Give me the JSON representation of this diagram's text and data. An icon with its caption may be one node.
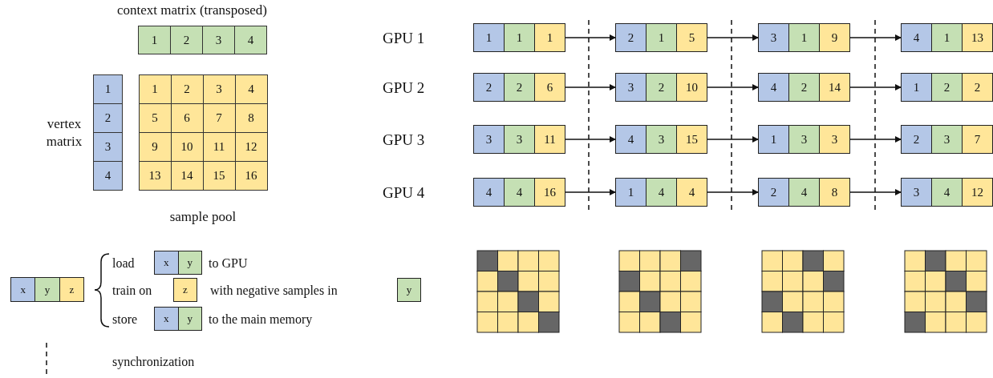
{
  "diagram": {
    "nodes": [
      {
        "text": [
          "context matrix (transposed)"
        ]
      },
      {
        "text": [
          "1"
        ],
        "in": 0
      },
      {
        "text": [
          "2"
        ],
        "in": 0
      },
      {
        "text": [
          "3"
        ],
        "in": 0
      },
      {
        "text": [
          "4"
        ],
        "in": 0
      },
      {
        "text": [
          "vertex matrix"
        ]
      },
      {
        "text": [
          "1"
        ],
        "in": 5
      },
      {
        "text": [
          "2"
        ],
        "in": 5
      },
      {
        "text": [
          "3"
        ],
        "in": 5
      },
      {
        "text": [
          "4"
        ],
        "in": 5
      },
      {
        "text": [
          "sample pool"
        ]
      },
      {
        "text": [
          "1"
        ],
        "in": 10
      },
      {
        "text": [
          "2"
        ],
        "in": 10
      },
      {
        "text": [
          "3"
        ],
        "in": 10
      },
      {
        "text": [
          "4"
        ],
        "in": 10
      },
      {
        "text": [
          "5"
        ],
        "in": 10
      },
      {
        "text": [
          "6"
        ],
        "in": 10
      },
      {
        "text": [
          "7"
        ],
        "in": 10
      },
      {
        "text": [
          "8"
        ],
        "in": 10
      },
      {
        "text": [
          "9"
        ],
        "in": 10
      },
      {
        "text": [
          "10"
        ],
        "in": 10
      },
      {
        "text": [
          "11"
        ],
        "in": 10
      },
      {
        "text": [
          "12"
        ],
        "in": 10
      },
      {
        "text": [
          "13"
        ],
        "in": 10
      },
      {
        "text": [
          "14"
        ],
        "in": 10
      },
      {
        "text": [
          "15"
        ],
        "in": 10
      },
      {
        "text": [
          "16"
        ],
        "in": 10
      },
      {
        "text": [
          "1",
          "1",
          "1"
        ]
      },
      {
        "text": [
          "2",
          "1",
          "5"
        ]
      },
      {
        "text": [
          "3",
          "1",
          "9"
        ]
      },
      {
        "text": [
          "4",
          "1",
          "13"
        ]
      },
      {
        "text": [
          "2",
          "2",
          "6"
        ]
      },
      {
        "text": [
          "3",
          "2",
          "10"
        ]
      },
      {
        "text": [
          "4",
          "2",
          "14"
        ]
      },
      {
        "text": [
          "1",
          "2",
          "2"
        ]
      },
      {
        "text": [
          "3",
          "3",
          "11"
        ]
      },
      {
        "text": [
          "4",
          "3",
          "15"
        ]
      },
      {
        "text": [
          "1",
          "3",
          "3"
        ]
      },
      {
        "text": [
          "2",
          "3",
          "7"
        ]
      },
      {
        "text": [
          "4",
          "4",
          "16"
        ]
      },
      {
        "text": [
          "1",
          "4",
          "4"
        ]
      },
      {
        "text": [
          "2",
          "4",
          "8"
        ]
      },
      {
        "text": [
          "3",
          "4",
          "12"
        ]
      },
      {
        "text": [
          "x",
          "y",
          "z"
        ]
      },
      {
        "text": [
          "x",
          "y"
        ]
      },
      {
        "text": [
          "z"
        ]
      },
      {
        "text": [
          "y"
        ]
      },
      {
        "text": [
          "x",
          "y"
        ]
      }
    ],
    "edges": [
      {
        "from": 27,
        "to": 28,
        "arrow": "to"
      },
      {
        "from": 28,
        "to": 29,
        "arrow": "to"
      },
      {
        "from": 29,
        "to": 30,
        "arrow": "to"
      },
      {
        "from": 31,
        "to": 32,
        "arrow": "to"
      },
      {
        "from": 32,
        "to": 33,
        "arrow": "to"
      },
      {
        "from": 33,
        "to": 34,
        "arrow": "to"
      },
      {
        "from": 35,
        "to": 36,
        "arrow": "to"
      },
      {
        "from": 36,
        "to": 37,
        "arrow": "to"
      },
      {
        "from": 37,
        "to": 38,
        "arrow": "to"
      },
      {
        "from": 39,
        "to": 40,
        "arrow": "to"
      },
      {
        "from": 40,
        "to": 41,
        "arrow": "to"
      },
      {
        "from": 41,
        "to": 42,
        "arrow": "to"
      }
    ],
    "labels": [
      "GPU 1",
      "GPU 2",
      "GPU 3",
      "GPU 4",
      "load",
      "to GPU",
      "train on",
      "with negative samples in",
      "store",
      "to the main memory"
    ],
    "legend": [
      {
        "text": "synchronization"
      }
    ]
  }
}
